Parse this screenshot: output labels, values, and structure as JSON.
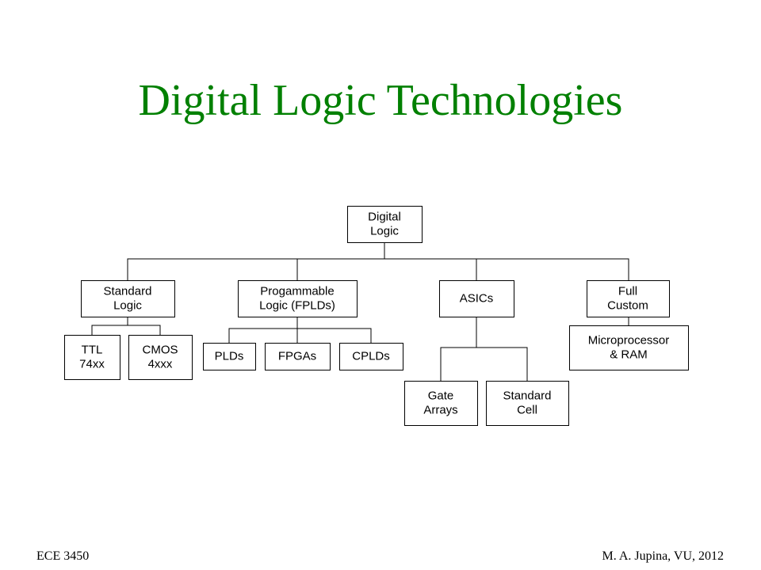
{
  "title": "Digital Logic Technologies",
  "diagram": {
    "nodes": [
      {
        "id": "digital-logic",
        "lines": [
          "Digital",
          "Logic"
        ]
      },
      {
        "id": "standard-logic",
        "lines": [
          "Standard",
          "Logic"
        ]
      },
      {
        "id": "programmable-logic",
        "lines": [
          "Progammable",
          "Logic (FPLDs)"
        ]
      },
      {
        "id": "asics",
        "lines": [
          "ASICs"
        ]
      },
      {
        "id": "full-custom",
        "lines": [
          "Full",
          "Custom"
        ]
      },
      {
        "id": "ttl",
        "lines": [
          "TTL",
          "74xx"
        ]
      },
      {
        "id": "cmos",
        "lines": [
          "CMOS",
          "4xxx"
        ]
      },
      {
        "id": "plds",
        "lines": [
          "PLDs"
        ]
      },
      {
        "id": "fpgas",
        "lines": [
          "FPGAs"
        ]
      },
      {
        "id": "cplds",
        "lines": [
          "CPLDs"
        ]
      },
      {
        "id": "microprocessor-ram",
        "lines": [
          "Microprocessor",
          "& RAM"
        ]
      },
      {
        "id": "gate-arrays",
        "lines": [
          "Gate",
          "Arrays"
        ]
      },
      {
        "id": "standard-cell",
        "lines": [
          "Standard",
          "Cell"
        ]
      }
    ],
    "edges": [
      [
        "digital-logic",
        "standard-logic"
      ],
      [
        "digital-logic",
        "programmable-logic"
      ],
      [
        "digital-logic",
        "asics"
      ],
      [
        "digital-logic",
        "full-custom"
      ],
      [
        "standard-logic",
        "ttl"
      ],
      [
        "standard-logic",
        "cmos"
      ],
      [
        "programmable-logic",
        "plds"
      ],
      [
        "programmable-logic",
        "fpgas"
      ],
      [
        "programmable-logic",
        "cplds"
      ],
      [
        "asics",
        "gate-arrays"
      ],
      [
        "asics",
        "standard-cell"
      ],
      [
        "full-custom",
        "microprocessor-ram"
      ]
    ]
  },
  "footer": {
    "left": "ECE 3450",
    "right": "M. A. Jupina, VU, 2012"
  }
}
